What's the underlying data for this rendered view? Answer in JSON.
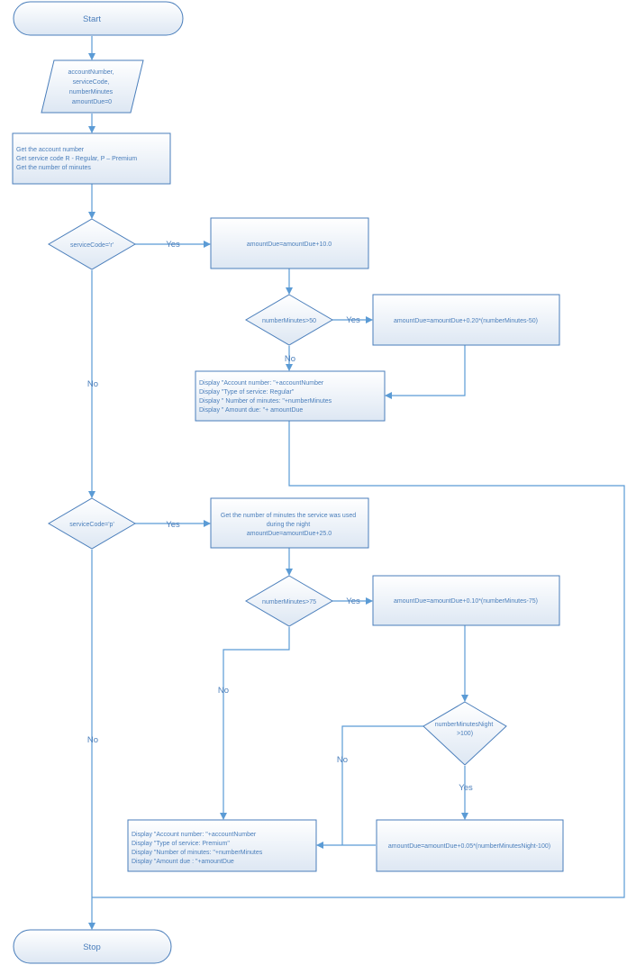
{
  "start_label": "Start",
  "stop_label": "Stop",
  "input_box": {
    "lines": [
      "accountNumber,",
      "serviceCode,",
      "numberMinutes",
      "amountDue=0"
    ]
  },
  "get_box": {
    "lines": [
      "Get the account number",
      "Get service code R - Regular, P – Premium",
      "Get the number of minutes"
    ]
  },
  "decision_r": "serviceCode='r'",
  "regular_add": "amountDue=amountDue+10.0",
  "decision_min50": "numberMinutes>50",
  "regular_extra": "amountDue=amountDue+0.20*(numberMinutes-50)",
  "regular_display": {
    "lines": [
      "Display \"Account number: \"+accountNumber",
      "Display \"Type of service: Regular\"",
      "Display \" Number of minutes: \"+numberMinutes",
      "Display \" Amount due: \"+ amountDue"
    ]
  },
  "decision_p": "serviceCode='p'",
  "premium_night": {
    "lines": [
      "Get the number of minutes the service was used",
      "during the night",
      "amountDue=amountDue+25.0"
    ]
  },
  "decision_min75": "numberMinutes>75",
  "premium_extra": "amountDue=amountDue+0.10*(numberMinutes-75)",
  "decision_night": {
    "lines": [
      "numberMinutesNight",
      ">100)"
    ]
  },
  "premium_night_extra": "amountDue=amountDue+0.05*(numberMinutesNight-100)",
  "premium_display": {
    "lines": [
      "Display \"Account number: \"+accountNumber",
      "Display \"Type of service: Premium\"",
      "Display \"Number of minutes: \"+numberMinutes",
      "Display \"Amount due : \"+amountDue"
    ]
  },
  "edges": {
    "yes": "Yes",
    "no": "No"
  },
  "colors": {
    "stroke": "#4a7ebb",
    "connector": "#5b9bd5",
    "fill_top": "#ffffff",
    "fill_bottom": "#dde7f3"
  }
}
